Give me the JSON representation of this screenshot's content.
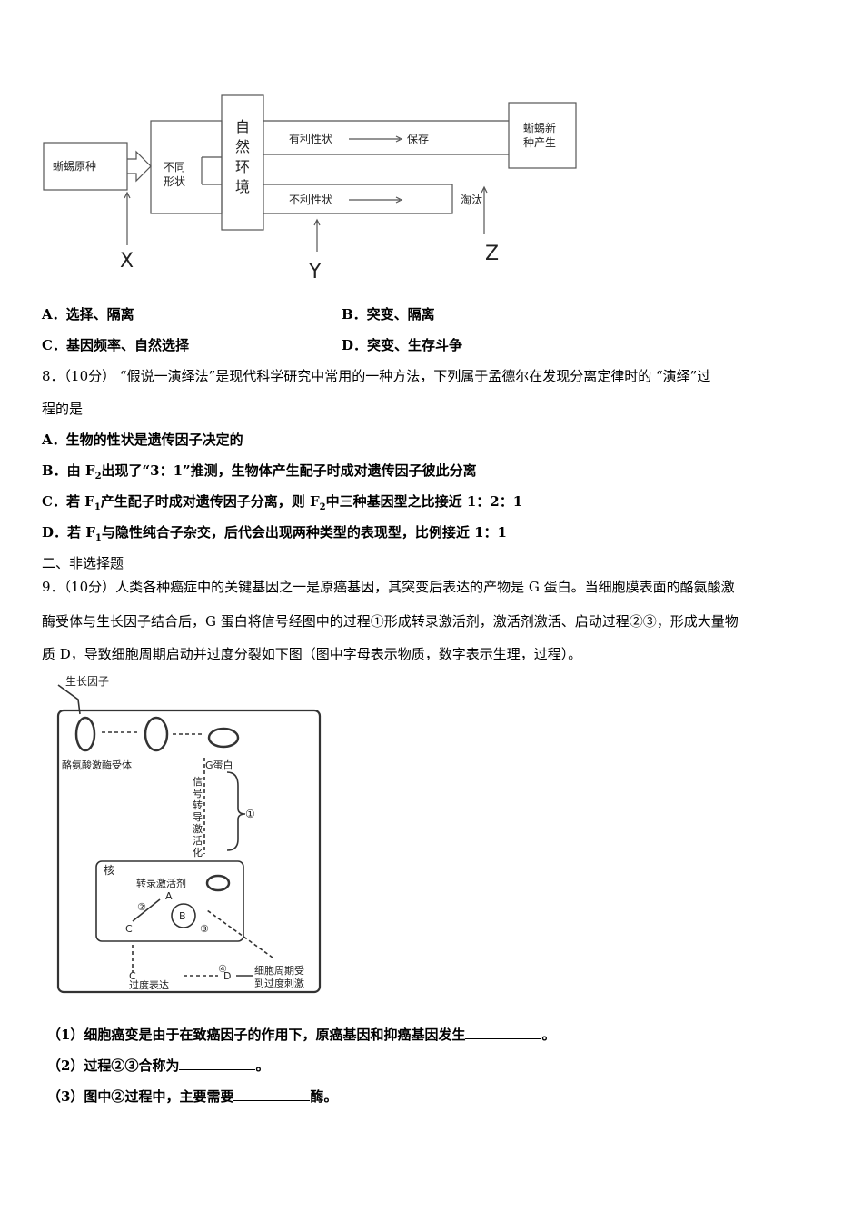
{
  "diagram1": {
    "source": "蜥蜴原种",
    "variation": [
      "不同",
      "形状"
    ],
    "environment": [
      "自",
      "然",
      "环",
      "境"
    ],
    "favorable": "有利性状",
    "keep": "保存",
    "unfavorable": "不利性状",
    "eliminate": "淘汰",
    "new_species": [
      "蜥蜴新",
      "种产生"
    ],
    "marker_x": "X",
    "marker_y": "Y",
    "marker_z": "Z"
  },
  "q7": {
    "a": "A．选择、隔离",
    "b": "B．突变、隔离",
    "c": "C．基因频率、自然选择",
    "d": "D．突变、生存斗争"
  },
  "q8": {
    "stem1": "8．（10分） “假说一演绎法”是现代科学研究中常用的一种方法，下列属于孟德尔在发现分离定律时的 “演绎”过",
    "stem2": "程的是",
    "a": "A．生物的性状是遗传因子决定的",
    "b_pre": "B．由 F",
    "b_sub": "2",
    "b_post": "出现了“3：1”推测，生物体产生配子时成对遗传因子彼此分离",
    "c_pre": "C．若 F",
    "c_sub1": "1",
    "c_mid": "产生配子时成对遗传因子分离，则 F",
    "c_sub2": "2",
    "c_post": "中三种基因型之比接近 1：2：1",
    "d_pre": "D．若 F",
    "d_sub": "1",
    "d_post": "与隐性纯合子杂交，后代会出现两种类型的表现型，比例接近 1：1"
  },
  "section2": "二、非选择题",
  "q9": {
    "stem1": "9．（10分）人类各种癌症中的关键基因之一是原癌基因，其突变后表达的产物是 G 蛋白。当细胞膜表面的酪氨酸激",
    "stem2": "酶受体与生长因子结合后，G 蛋白将信号经图中的过程①形成转录激活剂，激活剂激活、启动过程②③，形成大量物",
    "stem3": "质 D，导致细胞周期启动并过度分裂如下图（图中字母表示物质，数字表示生理，过程）。",
    "sub1_pre": "（1）细胞癌变是由于在致癌因子的作用下，原癌基因和抑癌基因发生",
    "sub1_post": "。",
    "sub2_pre": "（2）过程②③合称为",
    "sub2_post": "。",
    "sub3_pre": "（3）图中②过程中，主要需要",
    "sub3_post": "酶。"
  },
  "diagram2": {
    "growth_factor": "生长因子",
    "receptor": "酪氨酸激酶受体",
    "g_protein": "G蛋白",
    "signal": [
      "信",
      "号",
      "转",
      "导",
      "激",
      "活",
      "化"
    ],
    "process1": "①",
    "nucleus": "核",
    "activator": "转录激活剂",
    "a": "A",
    "b": "B",
    "c_inner": "C",
    "process2": "②",
    "process3": "③",
    "c_outer": "C",
    "over_expression": "过度表达",
    "d": "D",
    "process4": "④",
    "result1": "细胞周期受",
    "result2": "到过度刺激"
  }
}
